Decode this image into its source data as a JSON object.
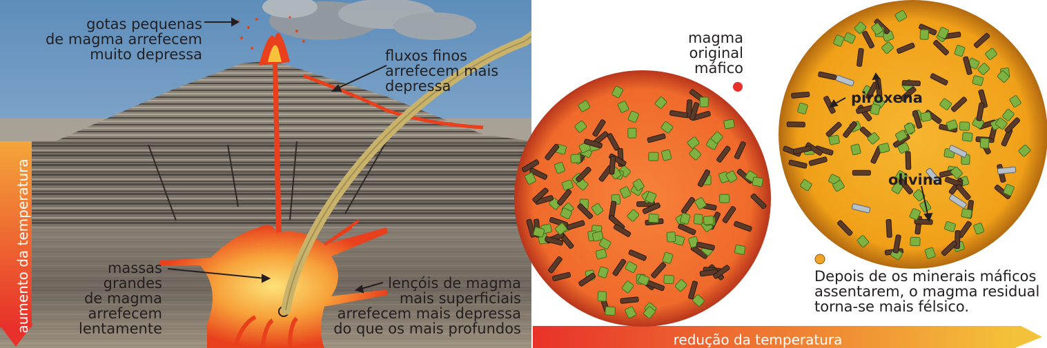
{
  "labels": {
    "small_drops": [
      "gotas pequenas",
      "de magma arrefecem",
      "muito depressa"
    ],
    "thin_flows": [
      "fluxos finos",
      "arrefecem mais",
      "depressa"
    ],
    "large_masses": [
      "massas",
      "grandes",
      "de magma",
      "arrefecem",
      "lentamente"
    ],
    "sheets": [
      "lençóis de magma",
      "mais superficiais",
      "arrefecem mais depressa",
      "do que os mais profundos"
    ],
    "original_magma": [
      "magma",
      "original",
      "máfico"
    ],
    "pyroxene": "piroxena",
    "olivine": "olivina",
    "residual": [
      "Depois de os minerais máficos",
      "assentarem, o magma residual",
      "torna-se mais félsico."
    ],
    "temp_increase": "aumento da temperatura",
    "temp_decrease": "redução da temperatura"
  },
  "colors": {
    "sky": "#6f9cc4",
    "lava": "#e8401c",
    "magma_hot": "#f7c23a",
    "mafic_magma": "#f26a2a",
    "felsic_magma": "#f3a31a",
    "olivine": "#7fb140",
    "pyroxene": "#5a3a28",
    "marker_red": "#e8312a",
    "marker_orange": "#f1a22a",
    "arrow_tan": "#c9b26a"
  }
}
